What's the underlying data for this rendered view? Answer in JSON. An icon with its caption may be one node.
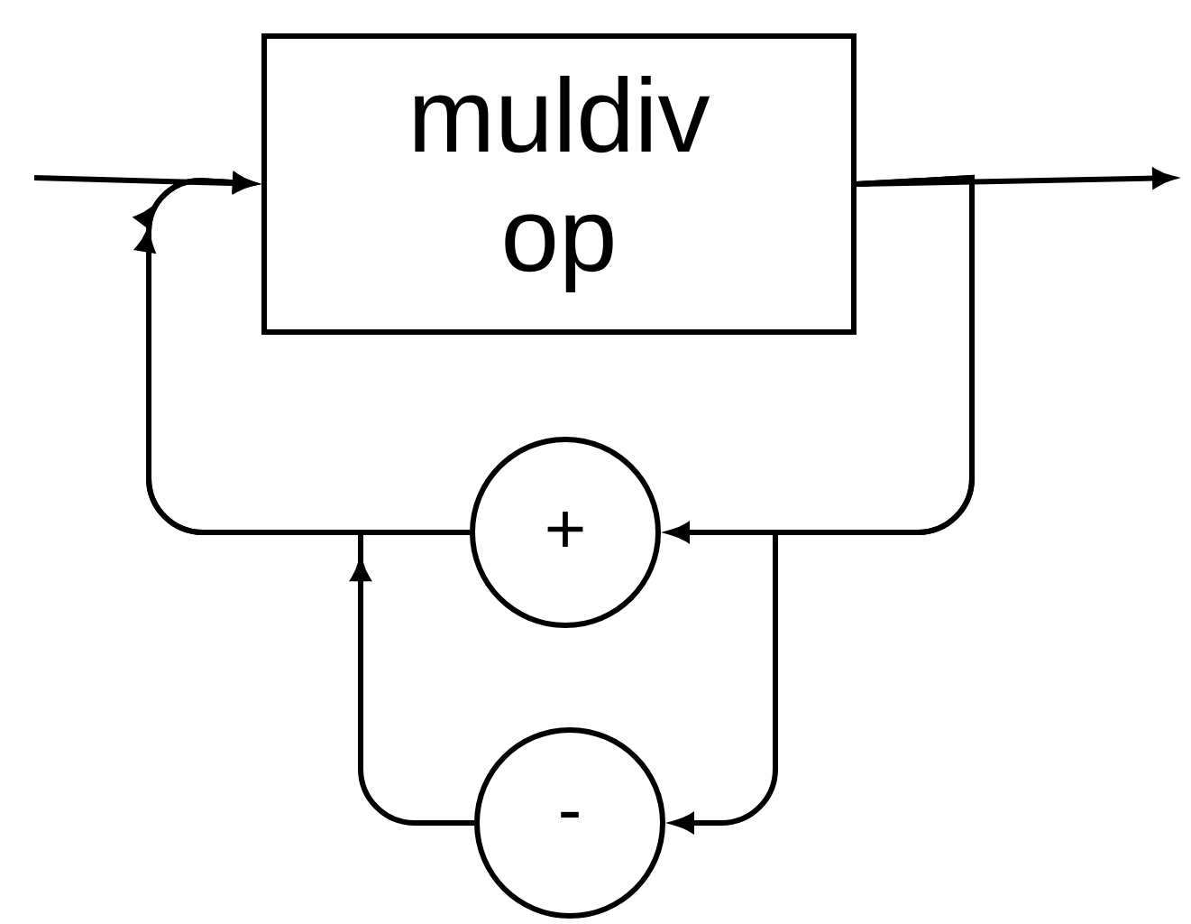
{
  "diagram": {
    "nodes": [
      {
        "text": [
          "muldiv op"
        ]
      },
      {
        "text": [
          "+"
        ]
      },
      {
        "text": [
          "-"
        ]
      }
    ],
    "edges": [
      {
        "from": null,
        "to": 0,
        "arrow": "to"
      },
      {
        "from": 0,
        "to": null,
        "arrow": "to"
      },
      {
        "from": 0,
        "to": 1,
        "arrow": "to"
      },
      {
        "from": 0,
        "to": 2,
        "arrow": "to"
      },
      {
        "from": 1,
        "to": 0,
        "arrow": "to"
      },
      {
        "from": 2,
        "to": 0,
        "arrow": "to"
      }
    ]
  }
}
